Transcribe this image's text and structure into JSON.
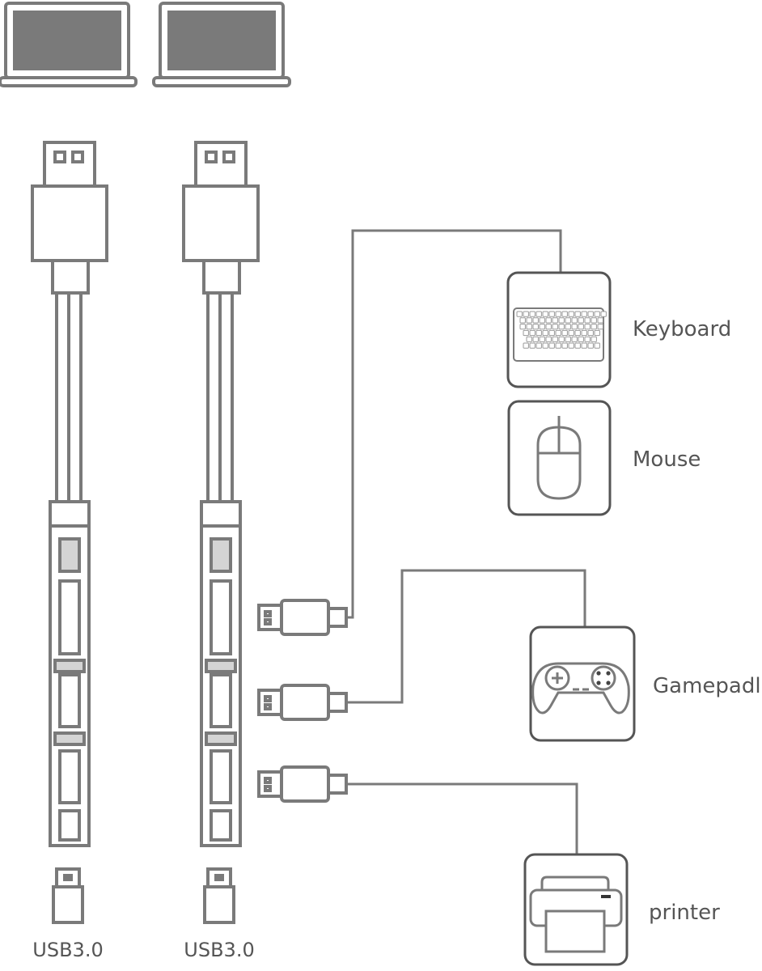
{
  "colors": {
    "stroke": "#7a7a7a",
    "fill_dark": "#7a7a7a",
    "fill_light": "#d4d4d4",
    "text": "#555555"
  },
  "hosts": [
    {
      "icon": "laptop-icon"
    },
    {
      "icon": "laptop-icon"
    }
  ],
  "hubs": [
    {
      "port_label": "USB3.0"
    },
    {
      "port_label": "USB3.0"
    }
  ],
  "devices": [
    {
      "label": "Keyboard",
      "icon": "keyboard-icon"
    },
    {
      "label": "Mouse",
      "icon": "mouse-icon"
    },
    {
      "label": "Gamepadl",
      "icon": "gamepad-icon"
    },
    {
      "label": "printer",
      "icon": "printer-icon"
    }
  ]
}
